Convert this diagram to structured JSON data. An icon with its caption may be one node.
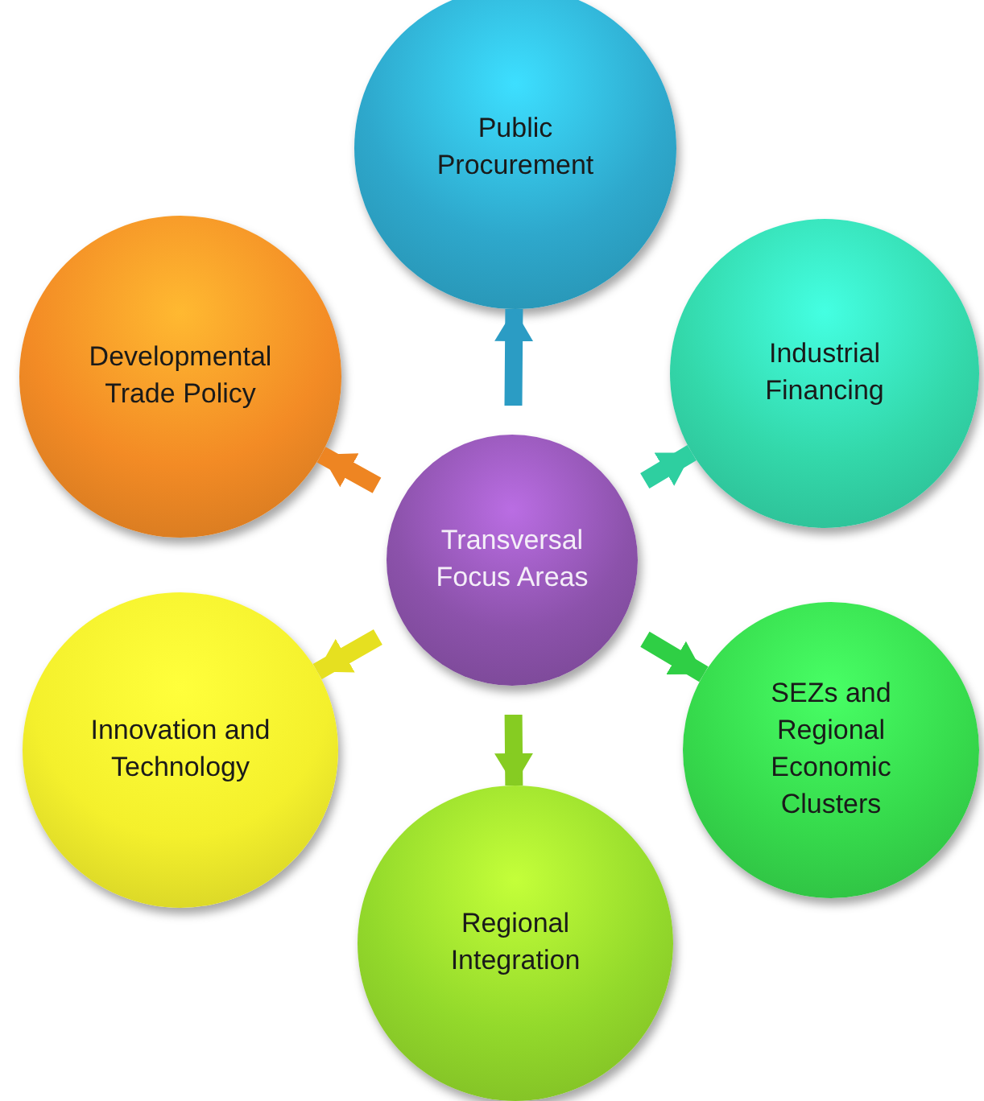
{
  "diagram": {
    "nodes": [
      {
        "text": [
          "Transversal Focus Areas"
        ]
      },
      {
        "text": [
          "Public Procurement"
        ]
      },
      {
        "text": [
          "Industrial Financing"
        ]
      },
      {
        "text": [
          "SEZs and Regional Economic Clusters"
        ]
      },
      {
        "text": [
          "Regional Integration"
        ]
      },
      {
        "text": [
          "Innovation and Technology"
        ]
      },
      {
        "text": [
          "Developmental Trade Policy"
        ]
      }
    ],
    "edges": [
      {
        "from": 0,
        "to": 1,
        "arrow": "to",
        "color": "#2b9cc4"
      },
      {
        "from": 0,
        "to": 2,
        "arrow": "to",
        "color": "#2ecfa0"
      },
      {
        "from": 0,
        "to": 3,
        "arrow": "to",
        "color": "#2fcf45"
      },
      {
        "from": 0,
        "to": 4,
        "arrow": "to",
        "color": "#86cc22"
      },
      {
        "from": 0,
        "to": 5,
        "arrow": "to",
        "color": "#e6e020"
      },
      {
        "from": 0,
        "to": 6,
        "arrow": "to",
        "color": "#ee8522"
      }
    ]
  }
}
